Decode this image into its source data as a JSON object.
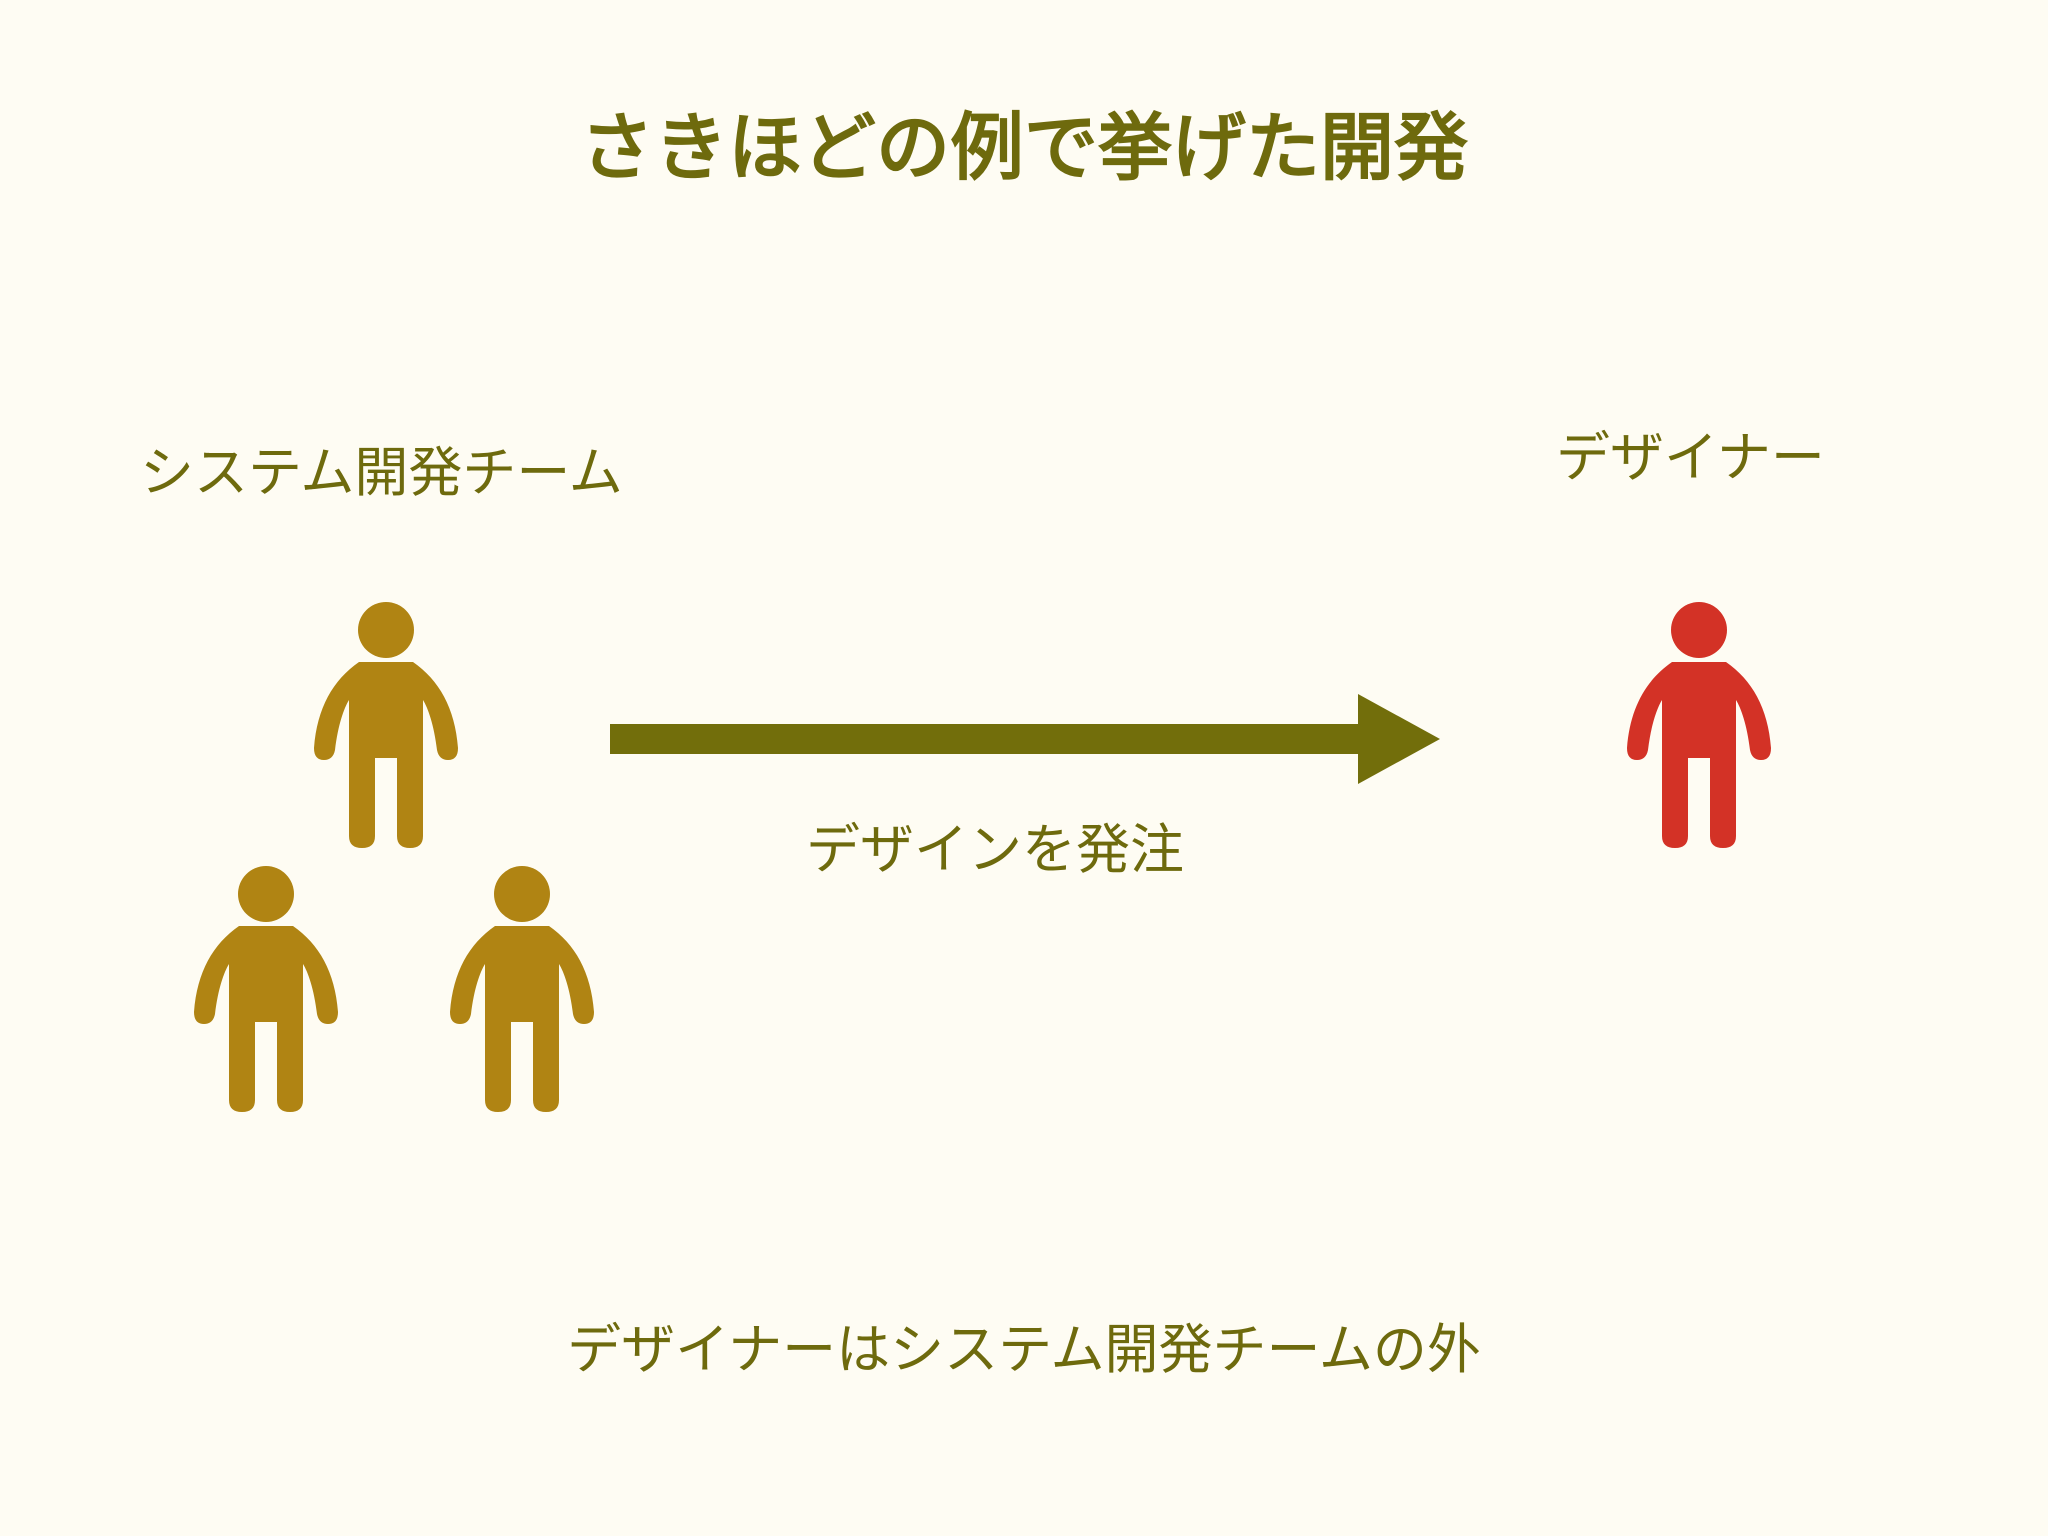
{
  "slide": {
    "title": "さきほどの例で挙げた開発",
    "team_label": "システム開発チーム",
    "designer_label": "デザイナー",
    "arrow_label": "デザインを発注",
    "caption": "デザイナーはシステム開発チームの外"
  },
  "icons": {
    "team_member": "person-icon",
    "designer": "person-icon",
    "flow": "right-arrow"
  },
  "colors": {
    "background": "#fefcf3",
    "text": "#6e6a0d",
    "team_person": "#b08413",
    "designer_person": "#d33226",
    "arrow": "#726e0b"
  }
}
